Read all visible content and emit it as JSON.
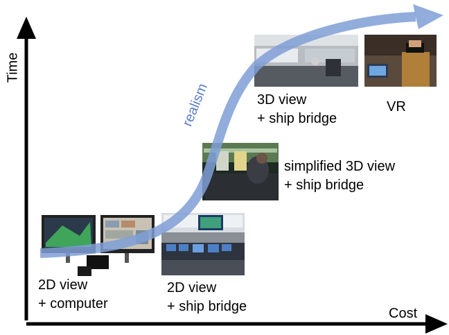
{
  "axes": {
    "y_label": "Time",
    "x_label": "Cost"
  },
  "arrow_label": "realism",
  "stages": [
    {
      "line1": "2D view",
      "line2": "+ computer"
    },
    {
      "line1": "2D view",
      "line2": "+ ship bridge"
    },
    {
      "line1": "simplified 3D view",
      "line2": "+ ship bridge"
    },
    {
      "line1": "3D view",
      "line2": "+ ship bridge"
    },
    {
      "line1": "VR",
      "line2": ""
    }
  ],
  "colors": {
    "axis": "#000000",
    "realism_arrow": "#7f9fd6",
    "realism_text": "#5b7fc9"
  }
}
